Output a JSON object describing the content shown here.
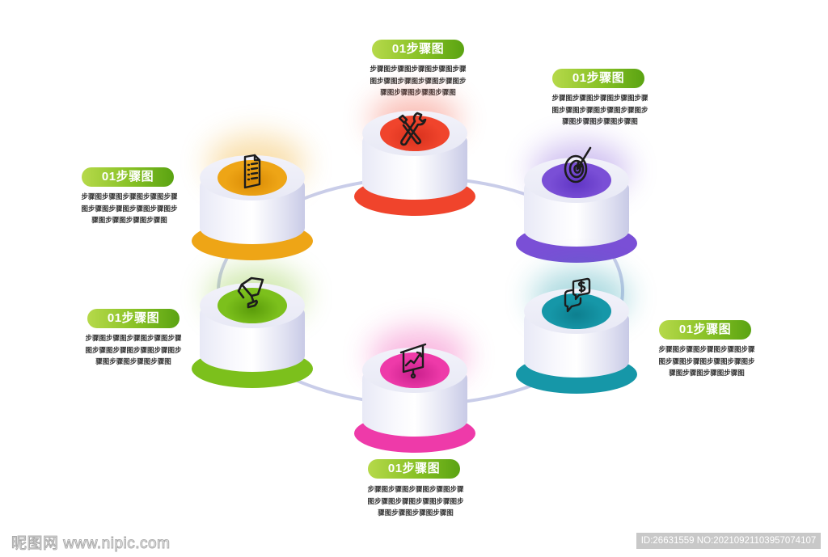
{
  "diagram": {
    "type": "cycle",
    "ring_color": "#c9cde9",
    "step_pill_gradient": [
      "#b6d94a",
      "#5aa312"
    ],
    "steps": [
      {
        "id": "top",
        "title": "01步骤图",
        "lines": [
          "步骤图步骤图步骤图步骤图步骤",
          "图步骤图步骤图步骤图步骤图步",
          "骤图步骤图步骤图步骤图"
        ],
        "icon": "wrench-screwdriver-icon",
        "color": "#f0442c",
        "color_dark": "#d8311d"
      },
      {
        "id": "top-right",
        "title": "01步骤图",
        "lines": [
          "步骤图步骤图步骤图步骤图步骤",
          "图步骤图步骤图步骤图步骤图步",
          "骤图步骤图步骤图步骤图"
        ],
        "icon": "target-arrow-icon",
        "color": "#7a4fd6",
        "color_dark": "#6035c4"
      },
      {
        "id": "bottom-right",
        "title": "01步骤图",
        "lines": [
          "步骤图步骤图步骤图步骤图步骤",
          "图步骤图步骤图步骤图步骤图步",
          "骤图步骤图步骤图步骤图"
        ],
        "icon": "money-chat-icon",
        "color": "#1697a8",
        "color_dark": "#0d7f8f"
      },
      {
        "id": "bottom",
        "title": "01步骤图",
        "lines": [
          "步骤图步骤图步骤图步骤图步骤",
          "图步骤图步骤图步骤图步骤图步",
          "骤图步骤图步骤图步骤图"
        ],
        "icon": "presentation-chart-icon",
        "color": "#ee3aa9",
        "color_dark": "#d12591"
      },
      {
        "id": "bottom-left",
        "title": "01步骤图",
        "lines": [
          "步骤图步骤图步骤图步骤图步骤",
          "图步骤图步骤图步骤图步骤图步",
          "骤图步骤图步骤图步骤图"
        ],
        "icon": "trophy-icon",
        "color": "#7cc01c",
        "color_dark": "#62a80c"
      },
      {
        "id": "top-left",
        "title": "01步骤图",
        "lines": [
          "步骤图步骤图步骤图步骤图步骤",
          "图步骤图步骤图步骤图步骤图步",
          "骤图步骤图步骤图步骤图"
        ],
        "icon": "checklist-icon",
        "color": "#eea516",
        "color_dark": "#d88d06"
      }
    ]
  },
  "footer": {
    "watermark": "昵图网 www.nipic.com",
    "id_text": "ID:26631559 NO:20210921103957074107"
  }
}
